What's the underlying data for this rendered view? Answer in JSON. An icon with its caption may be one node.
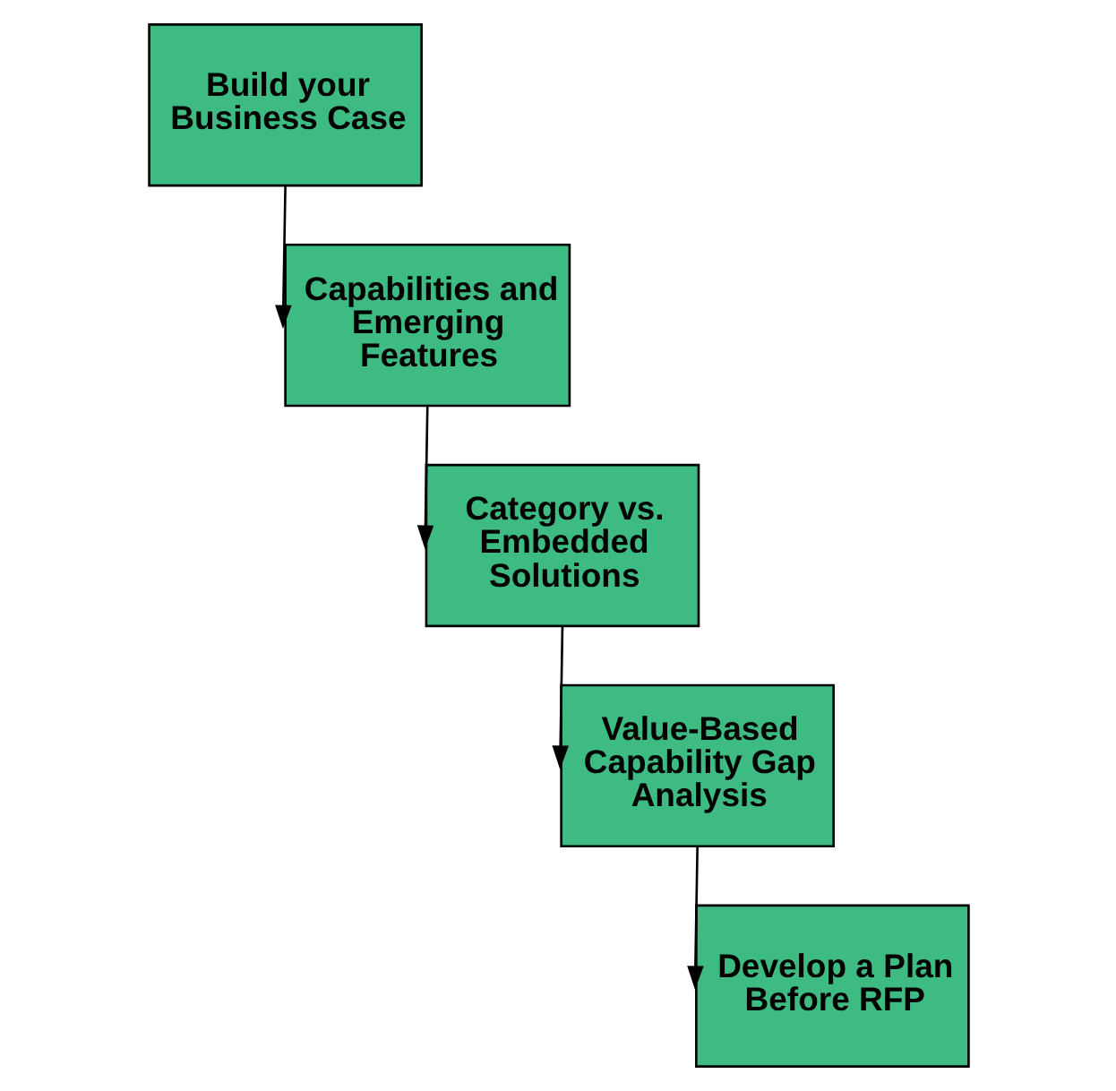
{
  "diagram": {
    "nodes": [
      {
        "text": [
          "Build your Business Case"
        ]
      },
      {
        "text": [
          "Capabilities and Emerging Features"
        ]
      },
      {
        "text": [
          "Category vs. Embedded Solutions"
        ]
      },
      {
        "text": [
          "Value-Based Capability Gap Analysis"
        ]
      },
      {
        "text": [
          "Develop a Plan Before RFP"
        ]
      }
    ],
    "edges": [
      {
        "from": 0,
        "to": 1,
        "arrow": "to"
      },
      {
        "from": 1,
        "to": 2,
        "arrow": "to"
      },
      {
        "from": 2,
        "to": 3,
        "arrow": "to"
      },
      {
        "from": 3,
        "to": 4,
        "arrow": "to"
      }
    ]
  }
}
